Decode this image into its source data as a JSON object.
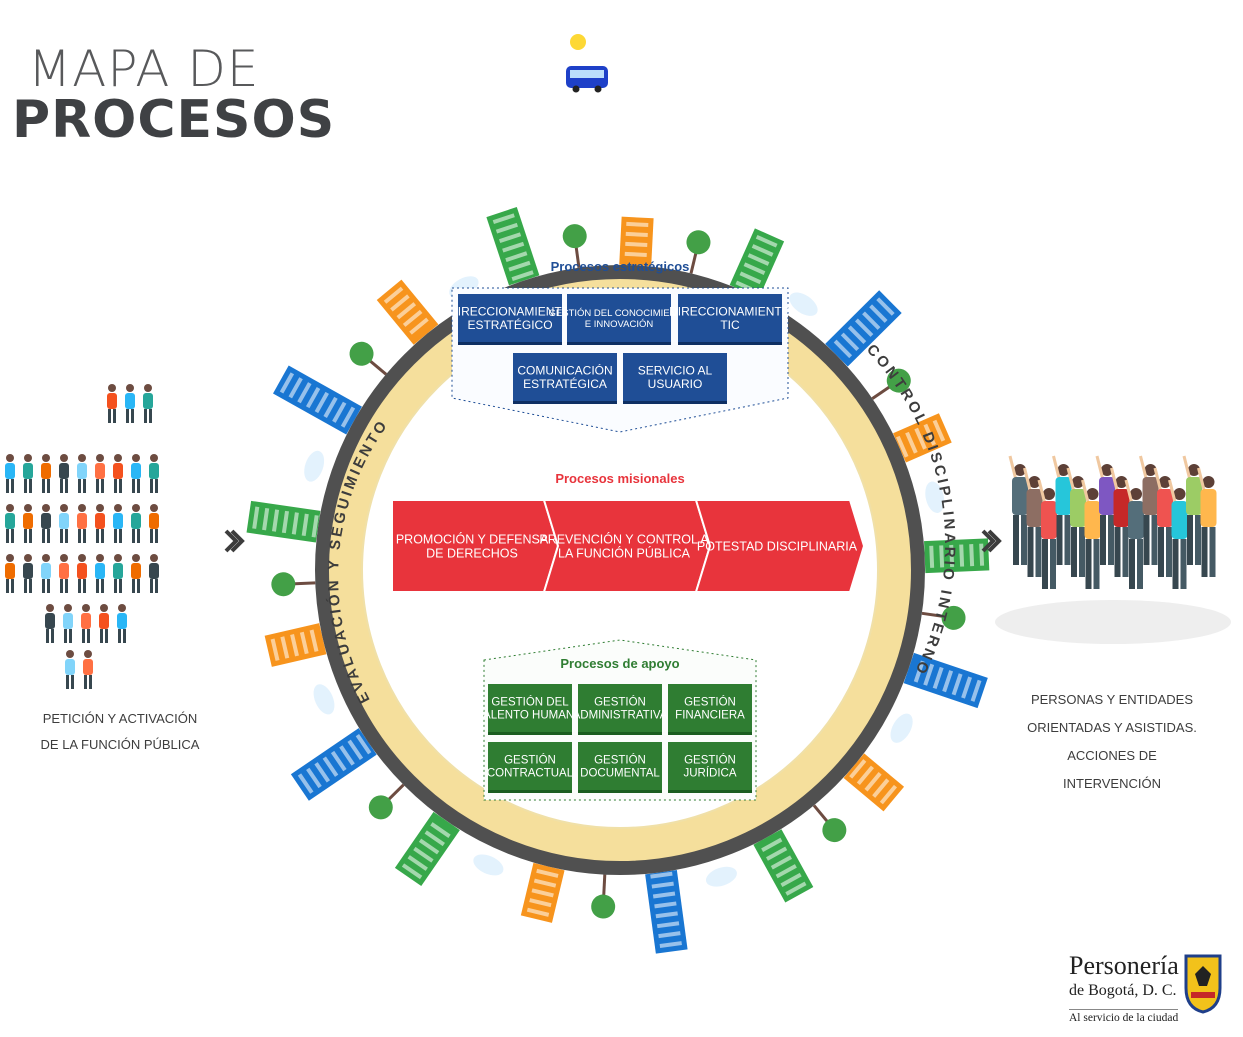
{
  "title": {
    "line1": "MAPA DE",
    "line2": "PROCESOS"
  },
  "ring": {
    "left_label": "EVALUACIÓN Y SEGUIMIENTO",
    "right_label": "CONTROL DISCIPLINARIO INTERNO"
  },
  "strategic": {
    "heading": "Procesos estratégicos",
    "boxes": [
      [
        "DIRECCIONAMIENTO",
        "ESTRATÉGICO"
      ],
      [
        "GESTIÓN DEL CONOCIMIENTO",
        "E INNOVACIÓN"
      ],
      [
        "DIRECCIONAMIENTO",
        "TIC"
      ],
      [
        "COMUNICACIÓN",
        "ESTRATÉGICA"
      ],
      [
        "SERVICIO AL",
        "USUARIO"
      ]
    ]
  },
  "missional": {
    "heading": "Procesos misionales",
    "boxes": [
      [
        "PROMOCIÓN Y DEFENSA",
        "DE DERECHOS"
      ],
      [
        "PREVENCIÓN Y CONTROL A",
        "LA FUNCIÓN PÚBLICA"
      ],
      [
        "POTESTAD DISCIPLINARIA"
      ]
    ]
  },
  "support": {
    "heading": "Procesos de apoyo",
    "boxes": [
      [
        "GESTIÓN DEL",
        "TALENTO HUMANO"
      ],
      [
        "GESTIÓN",
        "ADMINISTRATIVA"
      ],
      [
        "GESTIÓN",
        "FINANCIERA"
      ],
      [
        "GESTIÓN",
        "CONTRACTUAL"
      ],
      [
        "GESTIÓN",
        "DOCUMENTAL"
      ],
      [
        "GESTIÓN",
        "JURÍDICA"
      ]
    ]
  },
  "left_caption": [
    "PETICIÓN Y ACTIVACIÓN",
    "DE LA FUNCIÓN PÚBLICA"
  ],
  "right_caption": [
    "PERSONAS Y ENTIDADES",
    "ORIENTADAS Y ASISTIDAS.",
    "ACCIONES DE INTERVENCIÓN"
  ],
  "logo": {
    "name": "Personería",
    "city": "de Bogotá, D. C.",
    "tagline": "Al servicio de la ciudad"
  },
  "colors": {
    "strategic": "#1f4e96",
    "missional": "#e8343c",
    "support": "#2f7d32",
    "ring_gold": "#f5df9c",
    "ring_dark": "#505050",
    "buildings": [
      "#f7941d",
      "#4fc3f7",
      "#37a84a",
      "#9e9e9e",
      "#1976d2",
      "#e53935"
    ]
  },
  "icons": [
    "people-crowd-icon",
    "celebrating-crowd-icon",
    "city-buildings-icon",
    "bus-icon",
    "sun-icon",
    "coat-of-arms-icon",
    "chevron-right-icon"
  ]
}
